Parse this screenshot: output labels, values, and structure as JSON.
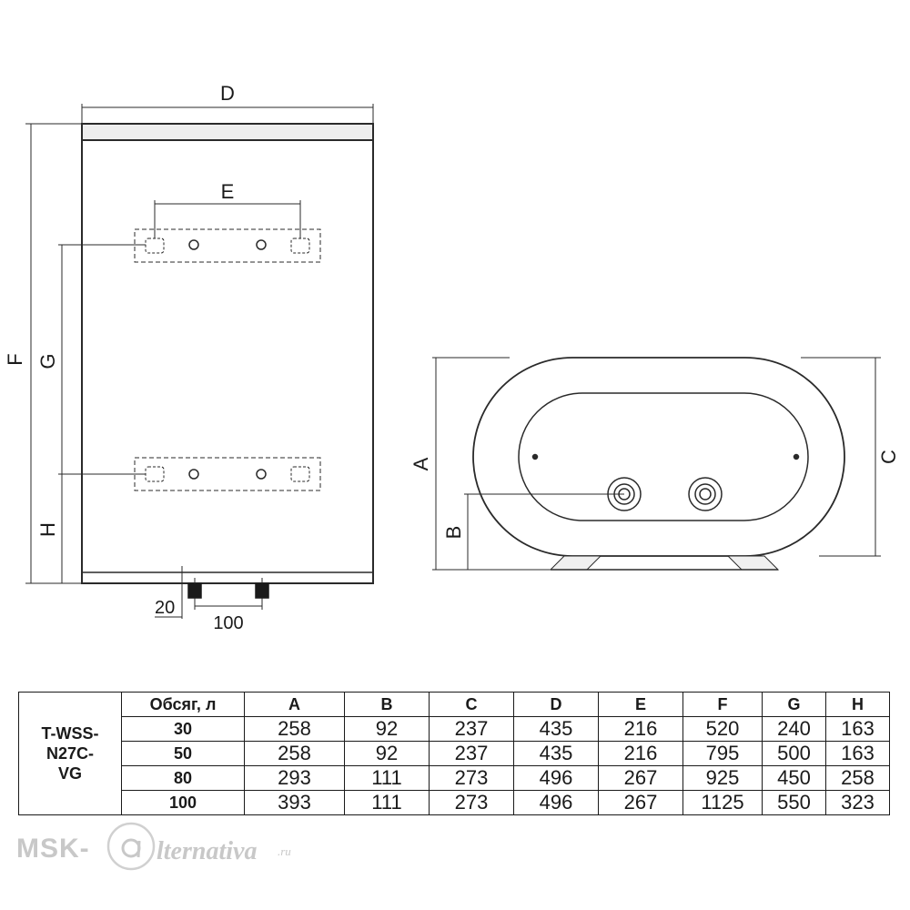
{
  "diagram": {
    "labels": {
      "D": "D",
      "E": "E",
      "F": "F",
      "G": "G",
      "H": "H",
      "A": "A",
      "B": "B",
      "C": "C",
      "dim_20": "20",
      "dim_100": "100"
    }
  },
  "table": {
    "model": [
      "T-WSS-",
      "N27C-",
      "VG"
    ],
    "headers": [
      "Обсяг, л",
      "A",
      "B",
      "C",
      "D",
      "E",
      "F",
      "G",
      "H"
    ],
    "rows": [
      [
        "30",
        "258",
        "92",
        "237",
        "435",
        "216",
        "520",
        "240",
        "163"
      ],
      [
        "50",
        "258",
        "92",
        "237",
        "435",
        "216",
        "795",
        "500",
        "163"
      ],
      [
        "80",
        "293",
        "111",
        "273",
        "496",
        "267",
        "925",
        "450",
        "258"
      ],
      [
        "100",
        "393",
        "111",
        "273",
        "496",
        "267",
        "1125",
        "550",
        "323"
      ]
    ]
  },
  "watermark": {
    "part1": "MSK-",
    "part2": "lternativa",
    "part3": ".ru"
  }
}
